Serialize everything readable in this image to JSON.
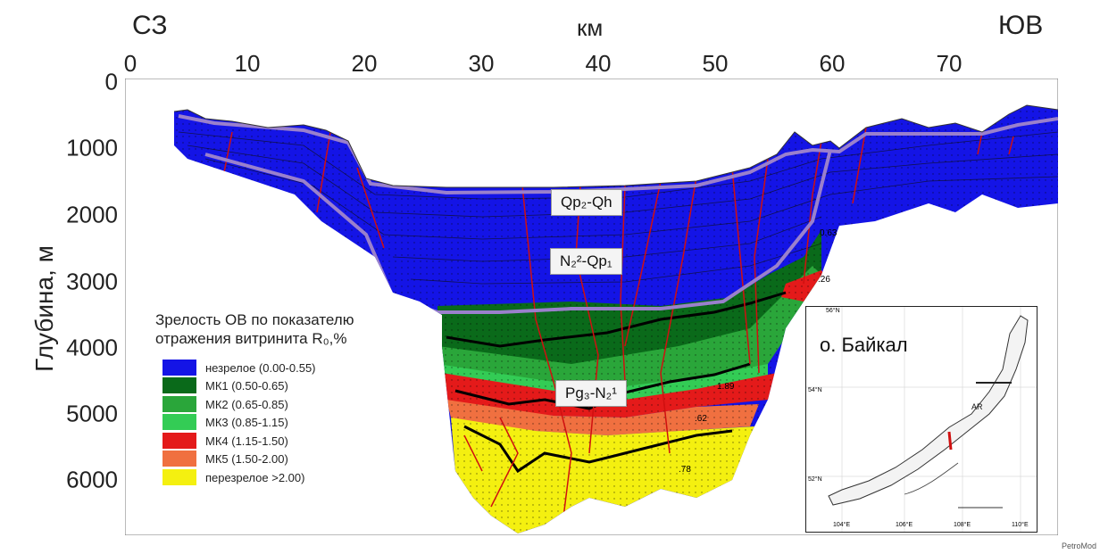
{
  "directions": {
    "left": "СЗ",
    "right": "ЮВ"
  },
  "x_axis": {
    "title": "км",
    "ticks": [
      "0",
      "10",
      "20",
      "30",
      "40",
      "50",
      "60",
      "70"
    ]
  },
  "y_axis": {
    "title": "Глубина, м",
    "ticks": [
      "0",
      "1000",
      "2000",
      "3000",
      "4000",
      "5000",
      "6000"
    ]
  },
  "units": {
    "upper": "Qp₂-Qh",
    "middle": "N₂²-Qp₁",
    "lower": "Pg₃-N₂¹"
  },
  "legend": {
    "title_line1": "Зрелость ОВ по показателю",
    "title_line2": "отражения витринита R₀,%",
    "items": [
      {
        "label": "незрелое (0.00-0.55)",
        "color": "#1414e6"
      },
      {
        "label": "МК1 (0.50-0.65)",
        "color": "#0a6a1a"
      },
      {
        "label": "МК2 (0.65-0.85)",
        "color": "#2aa63a"
      },
      {
        "label": "МК3 (0.85-1.15)",
        "color": "#33cc55"
      },
      {
        "label": "МК4 (1.15-1.50)",
        "color": "#e41a1a"
      },
      {
        "label": "МК5 (1.50-2.00)",
        "color": "#f07040"
      },
      {
        "label": "перезрелое >2.00)",
        "color": "#f4f010"
      }
    ]
  },
  "well_labels": [
    "0.63",
    ".26",
    "1.89",
    ".62",
    ".78"
  ],
  "inset": {
    "title": "о. Байкал",
    "lat_labels": [
      "56°N",
      "54°N",
      "52°N"
    ],
    "lon_labels": [
      "104°E",
      "106°E",
      "108°E",
      "110°E"
    ]
  },
  "credit": "PetroMod"
}
